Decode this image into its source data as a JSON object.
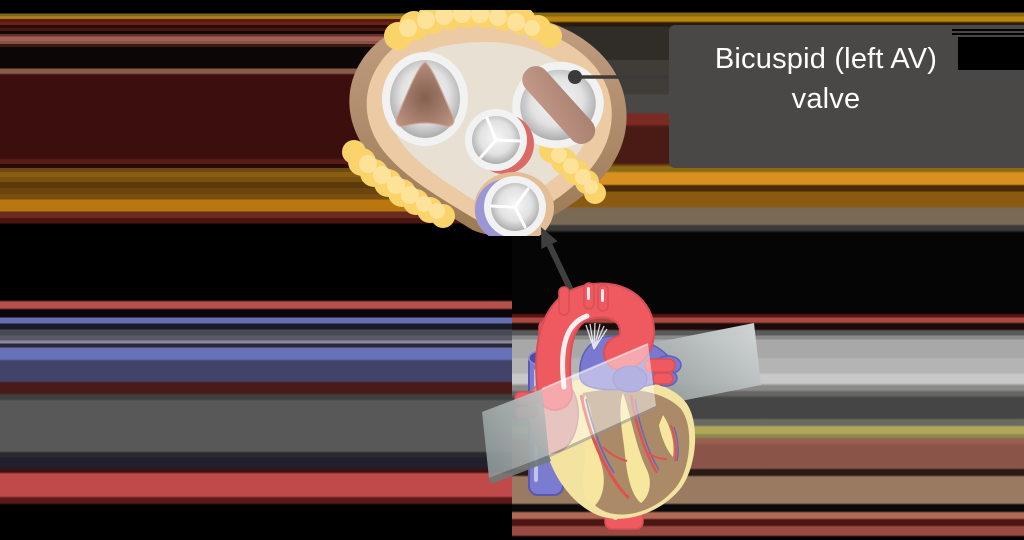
{
  "label": {
    "line1": "Bicuspid (left AV)",
    "line2": "valve"
  },
  "diagram": {
    "description": "Superior view of the heart valve plane connected by an arrow to an anterior heart with a transverse cut plane",
    "parts": [
      {
        "name": "tricuspid-valve"
      },
      {
        "name": "bicuspid-left-av-valve",
        "labeled": true
      },
      {
        "name": "aortic-valve"
      },
      {
        "name": "pulmonary-valve"
      },
      {
        "name": "heart-anterior-view"
      },
      {
        "name": "transverse-cut-plane"
      }
    ],
    "colors": {
      "label_bg": "#4a4747",
      "label_text": "#ffffff",
      "leader_line": "#3a3a3a",
      "arrow": "#3f3f3f",
      "fat_yellow": "#fbd36b",
      "outer_ring_brown": "#ad8768",
      "muscle_peach": "#eccaa4",
      "septum_cream": "#e8e0d3",
      "valve_ring_white": "#f2f2f2",
      "leaflet_gray": "#9c9c9c",
      "cusp_brown": "#b08a7a",
      "aortic_crescent_red": "#d96a66",
      "pulmonary_crescent_purple": "#9a97d4",
      "aorta_red": "#ef5960",
      "pulmonary_trunk_purple": "#7b79cf",
      "svc_blue": "#7b7bd0",
      "atrium_pink": "#d18e84",
      "epicardial_fat": "#f2e3a0",
      "myocardium_brown": "#ab8a68",
      "cut_plane_gray": "#b8bcbc"
    }
  }
}
